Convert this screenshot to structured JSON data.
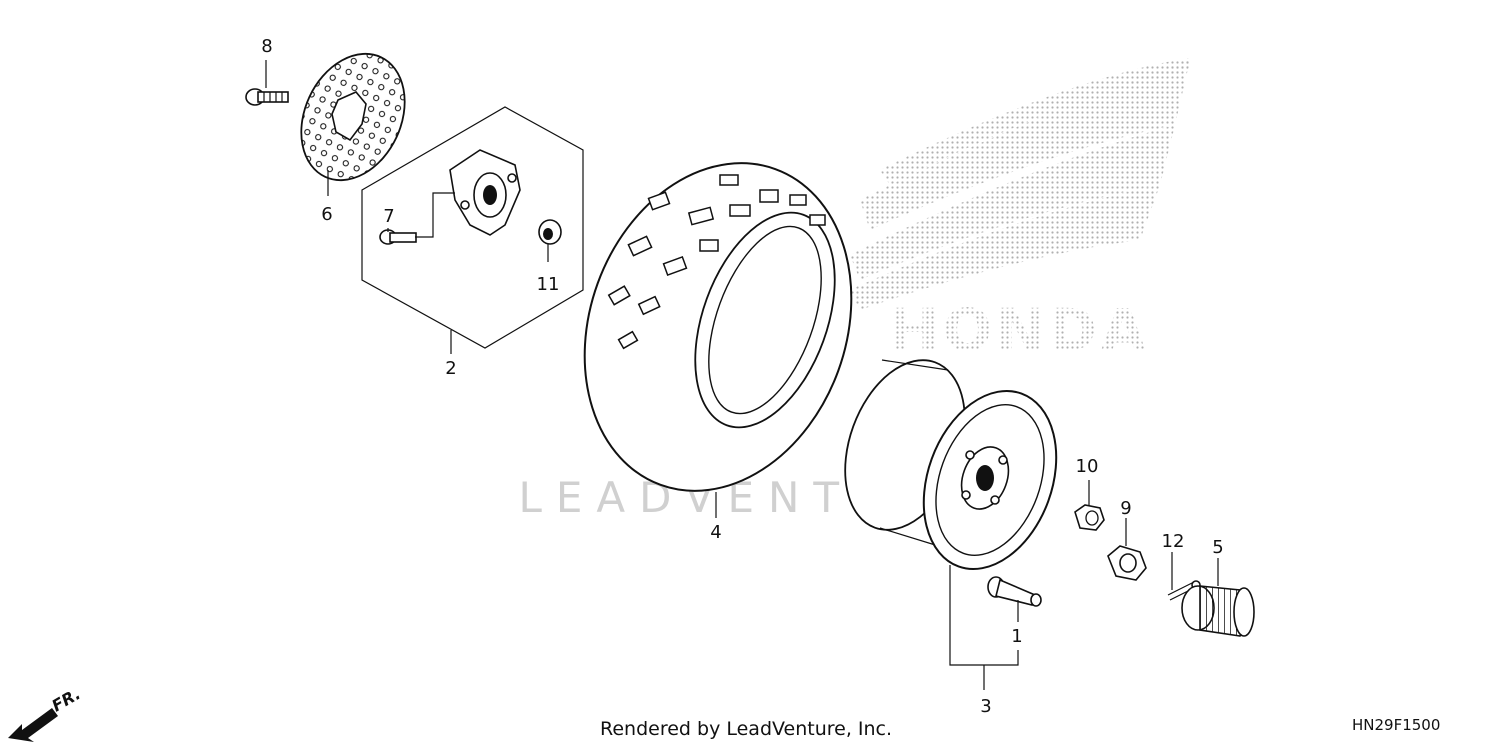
{
  "callouts": {
    "c1": "1",
    "c2": "2",
    "c3": "3",
    "c4": "4",
    "c5": "5",
    "c6": "6",
    "c7": "7",
    "c8": "8",
    "c9": "9",
    "c10": "10",
    "c11": "11",
    "c12": "12"
  },
  "direction_label": "FR.",
  "footer": {
    "credit": "Rendered by LeadVenture, Inc.",
    "diagram_code": "HN29F1500"
  },
  "watermarks": {
    "brand_logo": "HONDA",
    "background": "LEADVENTURE"
  },
  "colors": {
    "line": "#111111",
    "watermark": "#c8c8c8",
    "logo_dots": "#b0b0b0"
  }
}
